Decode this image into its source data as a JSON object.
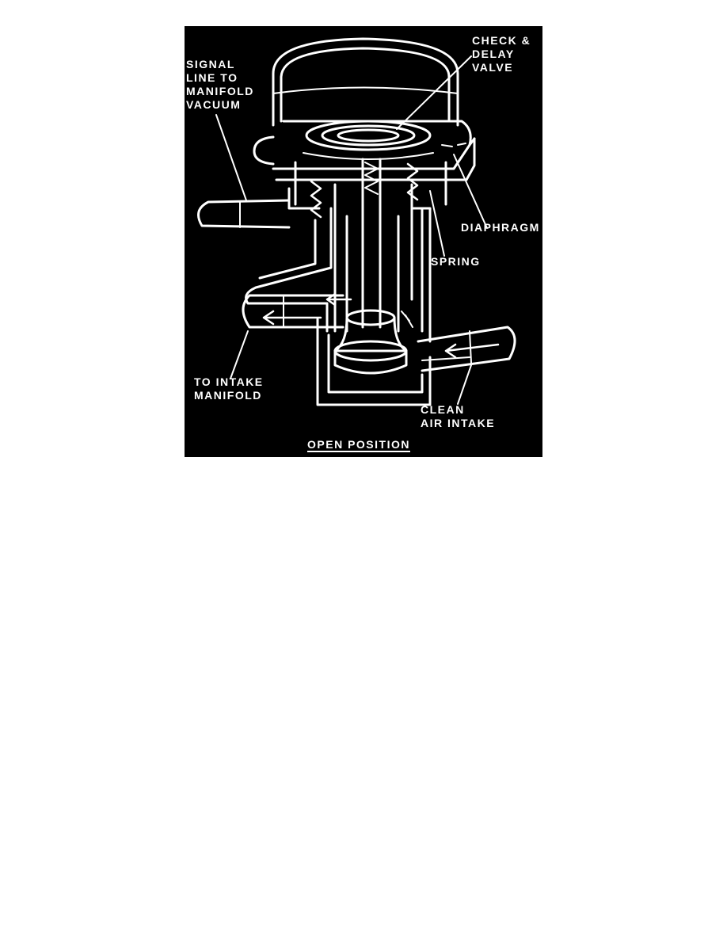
{
  "diagram": {
    "labels": {
      "check_delay_valve": [
        "CHECK &",
        "DELAY",
        "VALVE"
      ],
      "signal_line": [
        "SIGNAL",
        "LINE TO",
        "MANIFOLD",
        "VACUUM"
      ],
      "diaphragm": "DIAPHRAGM",
      "spring": "SPRING",
      "to_intake_manifold": [
        "TO INTAKE",
        "MANIFOLD"
      ],
      "clean_air_intake": [
        "CLEAN",
        "AIR INTAKE"
      ],
      "caption": "OPEN POSITION"
    },
    "colors": {
      "background": "#000000",
      "line": "#ffffff"
    }
  }
}
